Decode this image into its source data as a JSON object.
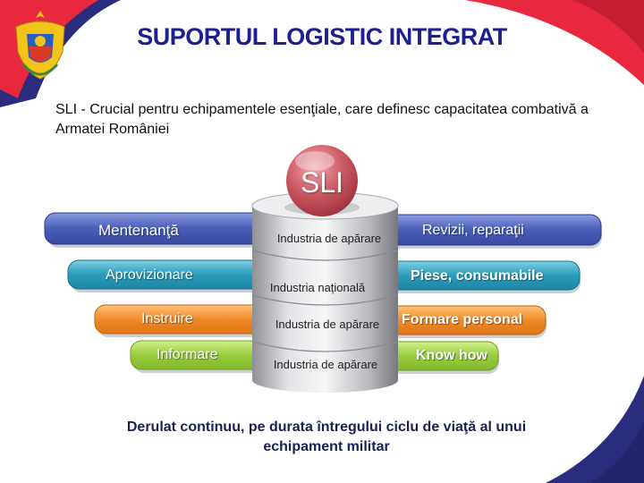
{
  "title": "SUPORTUL LOGISTIC INTEGRAT",
  "subtitle": "SLI - Crucial pentru echipamentele esenţiale, care definesc capacitatea combativă a Armatei României",
  "center": "SLI",
  "left_items": [
    "Mentenanţă",
    "Aprovizionare",
    "Instruire",
    "Informare"
  ],
  "right_items": [
    "Revizii, reparaţii",
    "Piese, consumabile",
    "Formare personal",
    "Know how"
  ],
  "layers": [
    "Industria de apărare",
    "Industria națională",
    "Industria de apărare",
    "Industria de apărare"
  ],
  "footer": "Derulat continuu, pe durata întregului ciclu de viaţă al unui echipament militar",
  "colors": {
    "title": "#1b1f8f",
    "bar1": "#5b6fc4",
    "bar2": "#3aa9c4",
    "bar3": "#f39a3a",
    "bar4": "#9fd04a",
    "sphere": "#c95a63",
    "deco_red": "#e8283c",
    "deco_navy": "#2a2c7e"
  }
}
